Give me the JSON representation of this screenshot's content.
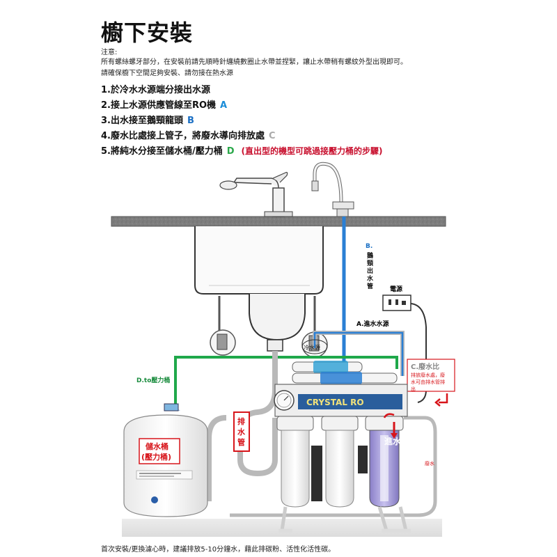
{
  "title": "櫥下安裝",
  "notes": {
    "label": "注意:",
    "line1": "所有螺絲螺牙部分，在安裝前請先順時針纏繞數圈止水帶並捏緊，讓止水帶稍有螺紋外型出現即可。",
    "line2": "請確保櫥下空間足夠安裝、請勿接在熱水源"
  },
  "steps": [
    {
      "text": "1.於冷水水源端分接出水源",
      "letter": "",
      "letter_color": "#1a8cd8",
      "extra": ""
    },
    {
      "text": "2.接上水源供應管線至RO機",
      "letter": "A",
      "letter_color": "#1a8cd8",
      "extra": ""
    },
    {
      "text": "3.出水接至鵝頸龍頭",
      "letter": "B",
      "letter_color": "#1a6fc4",
      "extra": ""
    },
    {
      "text": "4.廢水比處接上管子，將廢水導向排放處",
      "letter": "C",
      "letter_color": "#aaaaaa",
      "extra": ""
    },
    {
      "text": "5.將純水分接至儲水桶/壓力桶",
      "letter": "D",
      "letter_color": "#2aa84a",
      "extra": "(直出型的機型可跳過接壓力桶的步驟)"
    }
  ],
  "labels": {
    "b_line1": "B.",
    "b_line2": [
      "鵝",
      "頸",
      "出",
      "水",
      "管"
    ],
    "power": "電源",
    "a_inlet": "A.進水水源",
    "cold_source": "冷水源",
    "d_tank": "D.to壓力桶",
    "c_title": "C.廢水比",
    "c_desc1": "排放廢水處，廢",
    "c_desc2": "水可由排水管排",
    "c_desc3": "出",
    "drain_pipe": [
      "排",
      "水",
      "管"
    ],
    "inlet": "進水",
    "waste": "廢水",
    "tank1": "儲水桶",
    "tank2": "(壓力桶)",
    "brand": "CRYSTAL RO"
  },
  "footer": "首次安裝/更換濾心時，建議排放5-10分鐘水，藉此排碳粉、活性化活性碳。",
  "colors": {
    "blue_pipe": "#2a7fd4",
    "green_pipe": "#1fa84a",
    "gray_pipe": "#b9b9b9",
    "red": "#d7141a",
    "countertop": "#7d7d7d"
  }
}
